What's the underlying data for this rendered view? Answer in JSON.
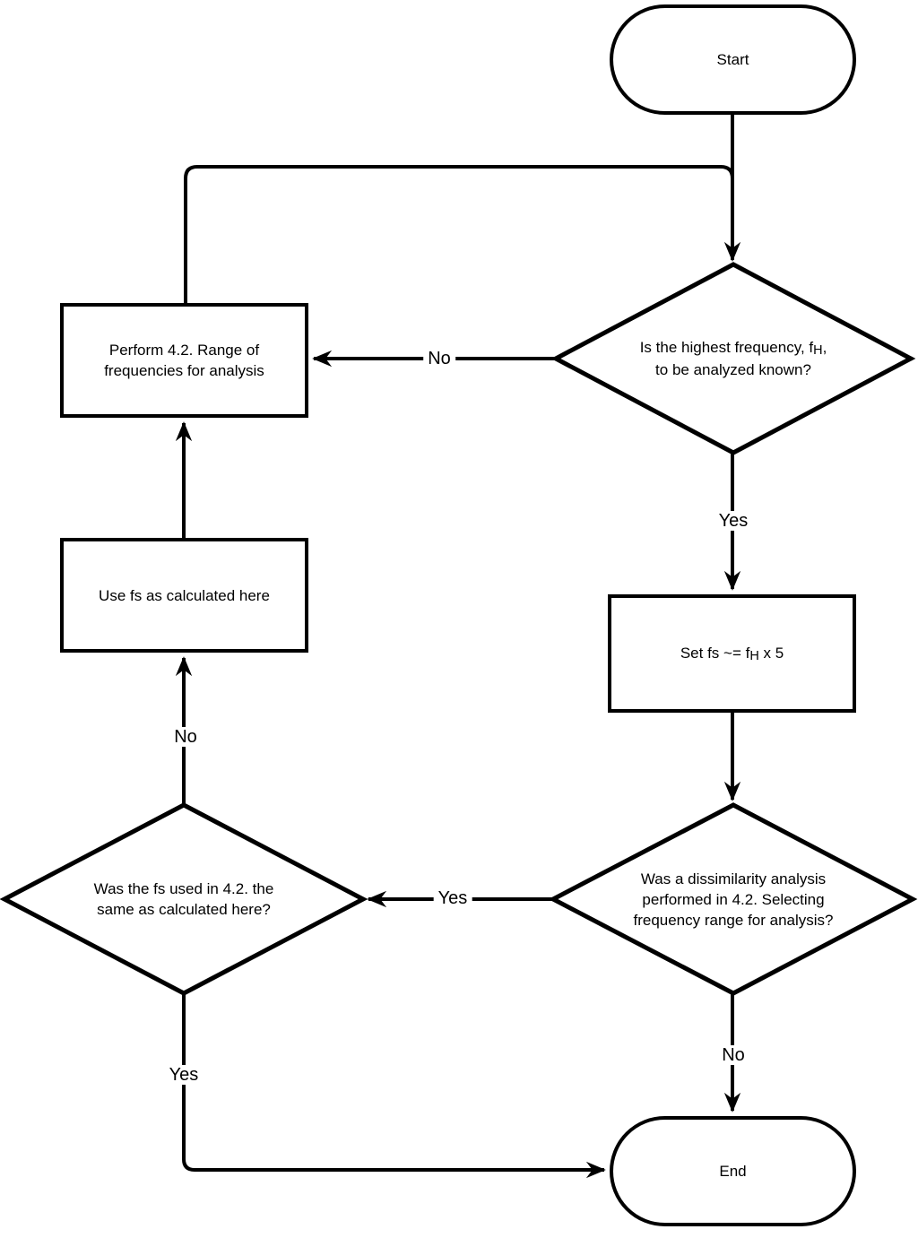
{
  "diagram": {
    "colors": {
      "background": "#ffffff",
      "stroke": "#000000",
      "text": "#000000"
    },
    "nodes": {
      "start": {
        "label": "Start"
      },
      "decision_freq_known": {
        "line1_pre": "Is the highest frequency, f",
        "line1_sub": "H",
        "line1_post": ",",
        "line2": "to be analyzed known?"
      },
      "perform_range": {
        "line1": "Perform 4.2. Range of",
        "line2": "frequencies for analysis"
      },
      "set_fs": {
        "pre": "Set fs ~= f",
        "sub": "H",
        "post": " x 5"
      },
      "use_fs": {
        "line1": "Use fs as calculated here"
      },
      "decision_dissimilarity": {
        "line1": "Was a dissimilarity analysis",
        "line2": "performed in 4.2. Selecting",
        "line3": "frequency range for analysis?"
      },
      "decision_fs_same": {
        "line1": "Was the fs used in 4.2. the",
        "line2": "same as calculated here?"
      },
      "end": {
        "label": "End"
      }
    },
    "edge_labels": {
      "no_freq_known": "No",
      "yes_freq_known": "Yes",
      "yes_dissimilarity": "Yes",
      "no_dissimilarity": "No",
      "no_fs_same": "No",
      "yes_fs_same": "Yes"
    }
  }
}
